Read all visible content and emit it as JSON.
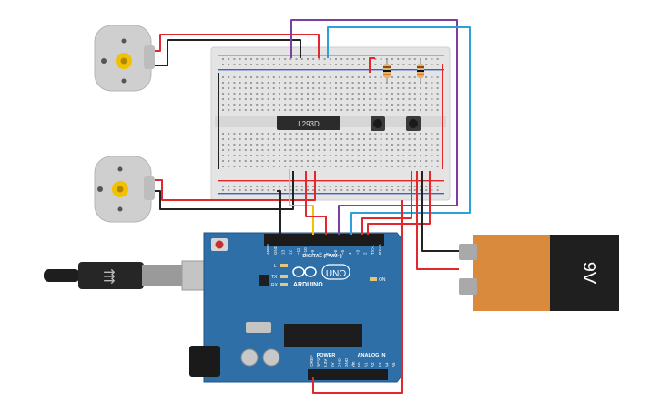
{
  "breadboard": {
    "chip_label": "L293D"
  },
  "arduino": {
    "brand": "ARDUINO",
    "model": "UNO",
    "digital_label": "DIGITAL (PWM~)",
    "power_label": "POWER",
    "analog_label": "ANALOG IN",
    "on_label": "ON",
    "l_label": "L",
    "tx_label": "TX",
    "rx_label": "RX",
    "top_pins": [
      "AREF",
      "GND",
      "13",
      "12",
      "~11",
      "~10",
      "~9",
      "8",
      "7",
      "~6",
      "~5",
      "4",
      "~3",
      "2",
      "TX>1",
      "RX<0"
    ],
    "power_pins": [
      "IOREF",
      "RESET",
      "3.3V",
      "5V",
      "GND",
      "GND",
      "Vin"
    ],
    "analog_pins": [
      "A0",
      "A1",
      "A2",
      "A3",
      "A4",
      "A5"
    ]
  },
  "battery": {
    "label": "9V"
  },
  "colors": {
    "wire_red": "#e0282d",
    "wire_black": "#222222",
    "wire_purple": "#7c3fa0",
    "wire_blue": "#2f9fd8",
    "wire_yellow": "#f2c200",
    "board_blue": "#2f6fa8",
    "battery_orange": "#d98a3c"
  }
}
